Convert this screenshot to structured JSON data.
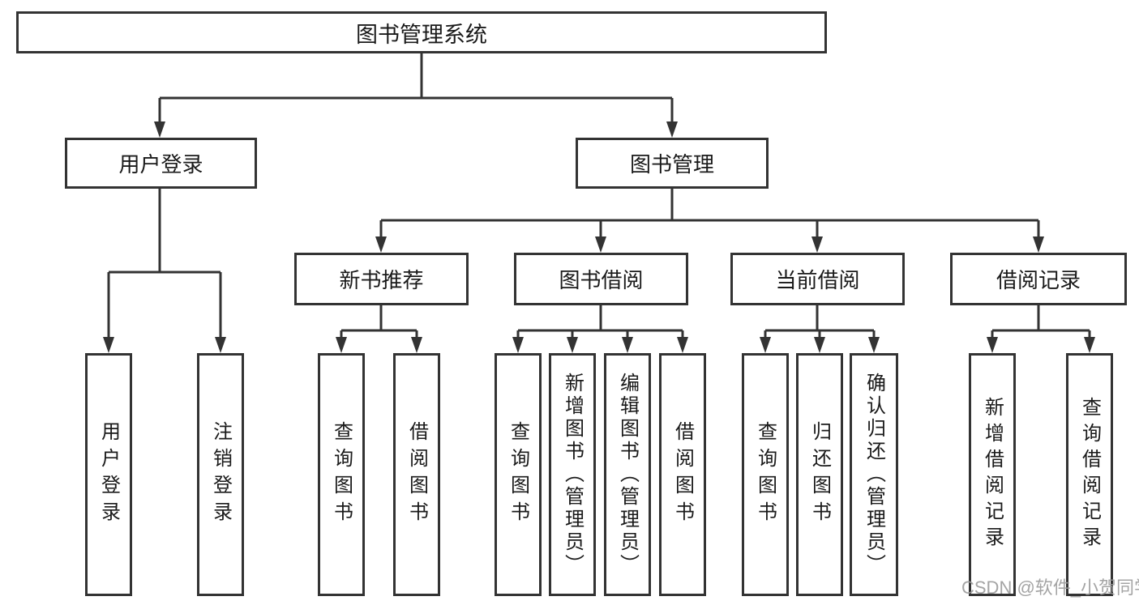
{
  "tree": {
    "label": "图书管理系统",
    "children": [
      {
        "label": "用户登录",
        "children": [
          {
            "label": "用户登录"
          },
          {
            "label": "注销登录"
          }
        ]
      },
      {
        "label": "图书管理",
        "children": [
          {
            "label": "新书推荐",
            "children": [
              {
                "label": "查询图书"
              },
              {
                "label": "借阅图书"
              }
            ]
          },
          {
            "label": "图书借阅",
            "children": [
              {
                "label": "查询图书"
              },
              {
                "label": "新增图书（管理员）"
              },
              {
                "label": "编辑图书（管理员）"
              },
              {
                "label": "借阅图书"
              }
            ]
          },
          {
            "label": "当前借阅",
            "children": [
              {
                "label": "查询图书"
              },
              {
                "label": "归还图书"
              },
              {
                "label": "确认归还（管理员）"
              }
            ]
          },
          {
            "label": "借阅记录",
            "children": [
              {
                "label": "新增借阅记录"
              },
              {
                "label": "查询借阅记录"
              }
            ]
          }
        ]
      }
    ]
  },
  "watermark": {
    "text": "CSDN @软件_小贺同学"
  },
  "colors": {
    "line": "#333333",
    "box_border": "#333333",
    "box_bg": "#ffffff",
    "text": "#1a1a1a",
    "watermark": "#9b9b9b",
    "background": "#ffffff"
  }
}
